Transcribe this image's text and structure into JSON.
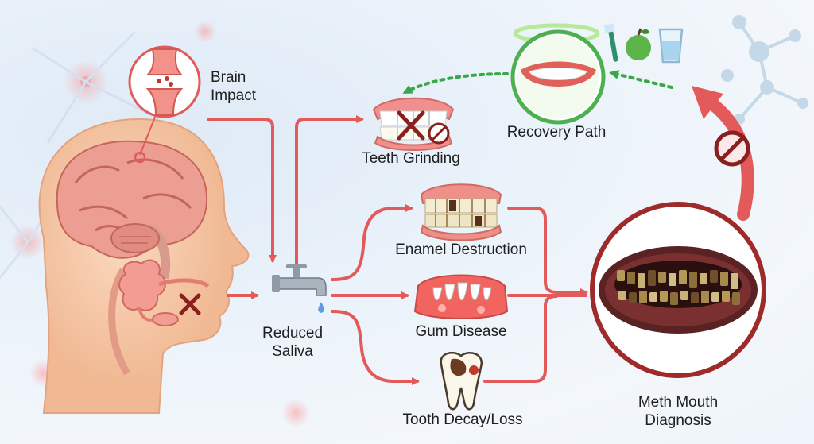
{
  "labels": {
    "brain_impact": [
      "Brain",
      "Impact"
    ],
    "reduced_saliva": [
      "Reduced",
      "Saliva"
    ],
    "teeth_grinding": "Teeth Grinding",
    "enamel_destruction": "Enamel Destruction",
    "gum_disease": "Gum Disease",
    "tooth_decay": "Tooth Decay/Loss",
    "recovery_path": "Recovery Path",
    "diagnosis": [
      "Meth Mouth",
      "Diagnosis"
    ]
  },
  "colors": {
    "arrow_red": "#e25a5a",
    "recovery_green": "#3aa84a",
    "ring_dark_red": "#9e2a2a",
    "skin": "#f5c9a8",
    "brain": "#e89a90"
  },
  "icons": [
    "synapse-icon",
    "brain-icon",
    "salivary-gland-icon",
    "blocked-cross-icon",
    "faucet-icon",
    "grinding-teeth-icon",
    "enamel-teeth-icon",
    "gum-teeth-icon",
    "decayed-tooth-icon",
    "healthy-smile-icon",
    "halo-icon",
    "toothbrush-icon",
    "apple-icon",
    "water-glass-icon",
    "prohibition-icon",
    "damaged-teeth-icon",
    "molecule-icon",
    "neuron-icon"
  ]
}
